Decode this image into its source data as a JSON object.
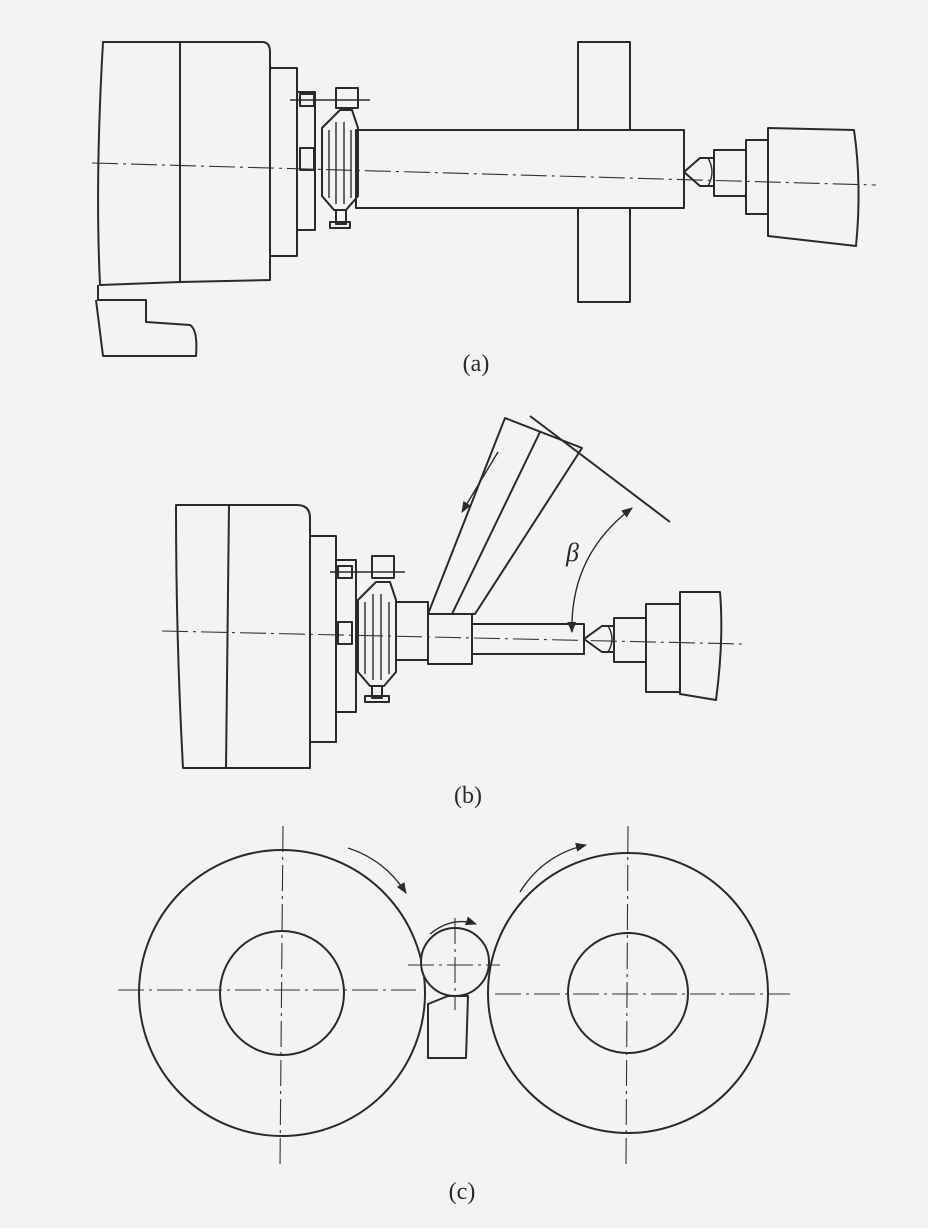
{
  "figures": [
    {
      "id": "a",
      "caption": "(a)"
    },
    {
      "id": "b",
      "caption": "(b)",
      "angle_label": "β"
    },
    {
      "id": "c",
      "caption": "(c)"
    }
  ],
  "colors": {
    "ink": "#2a2a2a",
    "paper": "#f3f3f1"
  }
}
